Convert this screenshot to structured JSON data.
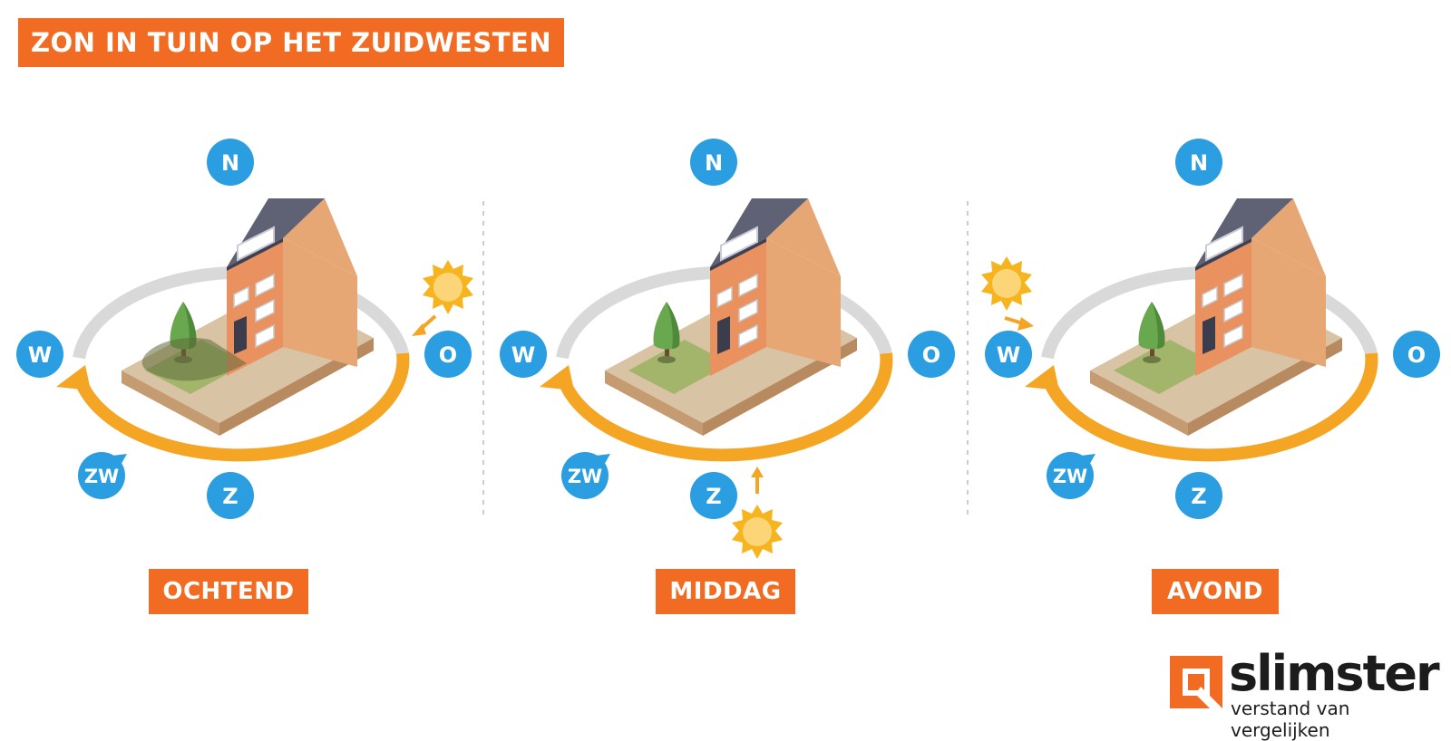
{
  "title": "ZON IN TUIN OP HET ZUIDWESTEN",
  "colors": {
    "accent_orange": "#f26b22",
    "compass_blue": "#2a9ee0",
    "sun_yellow": "#f5b52a",
    "track_grey": "#d9d9d9"
  },
  "panels": [
    {
      "label": "OCHTEND",
      "sun_position": "O",
      "directions": {
        "n": "N",
        "w": "W",
        "o": "O",
        "z": "Z",
        "zw": "ZW"
      }
    },
    {
      "label": "MIDDAG",
      "sun_position": "Z",
      "directions": {
        "n": "N",
        "w": "W",
        "o": "O",
        "z": "Z",
        "zw": "ZW"
      }
    },
    {
      "label": "AVOND",
      "sun_position": "W",
      "directions": {
        "n": "N",
        "w": "W",
        "o": "O",
        "z": "Z",
        "zw": "ZW"
      }
    }
  ],
  "logo": {
    "name": "slimster",
    "tagline": "verstand van vergelijken"
  }
}
